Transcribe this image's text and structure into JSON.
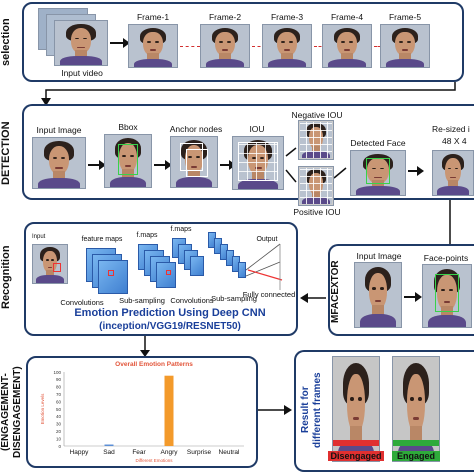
{
  "sections": {
    "selection": "selection",
    "detection": "DETECTION",
    "recognition": "Recognition",
    "engagement": "(ENGAGEMENT-DISENGAGEMENT)"
  },
  "selection": {
    "input_label": "Input video",
    "frames": [
      "Frame-1",
      "Frame-2",
      "Frame-3",
      "Frame-4",
      "Frame-5"
    ]
  },
  "detection": {
    "steps": [
      "Input Image",
      "Bbox",
      "Anchor nodes",
      "IOU",
      "Detected Face"
    ],
    "neg_iou": "Negative IOU",
    "pos_iou": "Positive IOU",
    "resized_1": "Re-sized i",
    "resized_2": "48 X 4"
  },
  "recognition": {
    "input": "Input",
    "feature_maps": "feature maps",
    "fmaps_1": "f.maps",
    "fmaps_2": "f.maps",
    "output": "Output",
    "convolutions_1": "Convolutions",
    "subsampling_1": "Sub-sampling",
    "convolutions_2": "Convolutions",
    "subsampling_2": "Sub-sampling",
    "fully_connected": "Fully connected",
    "title_1": "Emotion Prediction Using Deep CNN",
    "title_2": "(inception/VGG19/RESNET50)",
    "mfacextor": "MFACEXTOR",
    "input_image": "Input Image",
    "face_points": "Face-points"
  },
  "engagement": {
    "result_label_1": "Result for",
    "result_label_2": "different frames",
    "disengaged": "Disengaged",
    "engaged": "Engaged"
  },
  "chart_data": {
    "type": "bar",
    "title": "Overall Emotion Patterns",
    "xlabel": "Different Emotions",
    "ylabel": "Emotion Levels",
    "categories": [
      "Happy",
      "Sad",
      "Fear",
      "Angry",
      "Surprise",
      "Neutral"
    ],
    "values": [
      0,
      2,
      0,
      95,
      0,
      0
    ],
    "ylim": [
      0,
      100
    ],
    "yticks": [
      0,
      10,
      20,
      30,
      40,
      50,
      60,
      70,
      80,
      90,
      100
    ],
    "bar_color": "#f39a2b"
  },
  "colors": {
    "panel_border": "#1f3a66",
    "bbox": "#39d24a",
    "title_blue": "#1a3f9a",
    "disengaged": "#e03030",
    "engaged": "#2eaa3a"
  }
}
